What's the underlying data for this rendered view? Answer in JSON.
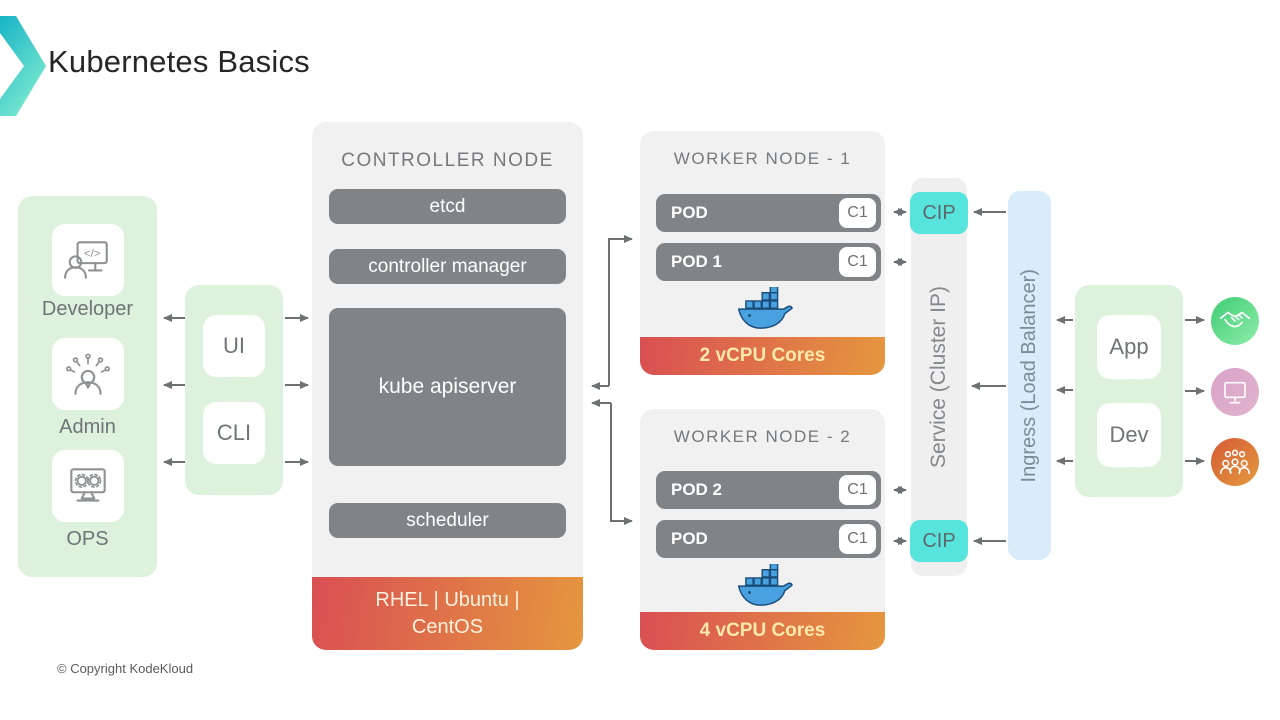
{
  "header": {
    "title": "Kubernetes Basics",
    "logo_icon": "kodekloud-chevron-logo"
  },
  "footer": {
    "copyright": "© Copyright KodeKloud"
  },
  "users_panel": {
    "items": [
      {
        "label": "Developer",
        "icon": "developer-icon"
      },
      {
        "label": "Admin",
        "icon": "admin-icon"
      },
      {
        "label": "OPS",
        "icon": "ops-icon"
      }
    ]
  },
  "access_panel": {
    "items": [
      {
        "label": "UI"
      },
      {
        "label": "CLI"
      }
    ]
  },
  "controller_node": {
    "title": "CONTROLLER NODE",
    "components": {
      "etcd": "etcd",
      "controller_manager": "controller manager",
      "kube_apiserver": "kube apiserver",
      "scheduler": "scheduler"
    },
    "os_bar": "RHEL | Ubuntu | CentOS"
  },
  "worker_node_1": {
    "title": "WORKER NODE - 1",
    "pods": [
      {
        "name": "POD",
        "container": "C1"
      },
      {
        "name": "POD 1",
        "container": "C1"
      }
    ],
    "runtime_icon": "docker-icon",
    "cpu_bar": "2 vCPU Cores"
  },
  "worker_node_2": {
    "title": "WORKER NODE - 2",
    "pods": [
      {
        "name": "POD 2",
        "container": "C1"
      },
      {
        "name": "POD",
        "container": "C1"
      }
    ],
    "runtime_icon": "docker-icon",
    "cpu_bar": "4 vCPU Cores"
  },
  "service_bar": {
    "label": "Service (Cluster IP)",
    "cip_top": "CIP",
    "cip_bottom": "CIP"
  },
  "ingress_bar": {
    "label": "Ingress (Load Balancer)"
  },
  "clients_panel": {
    "items": [
      {
        "label": "App"
      },
      {
        "label": "Dev"
      }
    ]
  },
  "endpoints": {
    "icons": [
      "handshake-icon",
      "monitor-icon",
      "team-icon"
    ]
  },
  "colors": {
    "panel_green": "#ddf1dc",
    "node_gray": "#f1f1f2",
    "component_gray": "#818487",
    "gradient_red": "#d94f53",
    "gradient_orange": "#e5973e",
    "cip_cyan": "#57e4dd",
    "ingress_blue": "#d9ecf9",
    "arrow_gray": "#6d7174",
    "logo_teal": "#16b3c6",
    "logo_aqua": "#7cead0",
    "docker_blue": "#4aa1e0"
  }
}
